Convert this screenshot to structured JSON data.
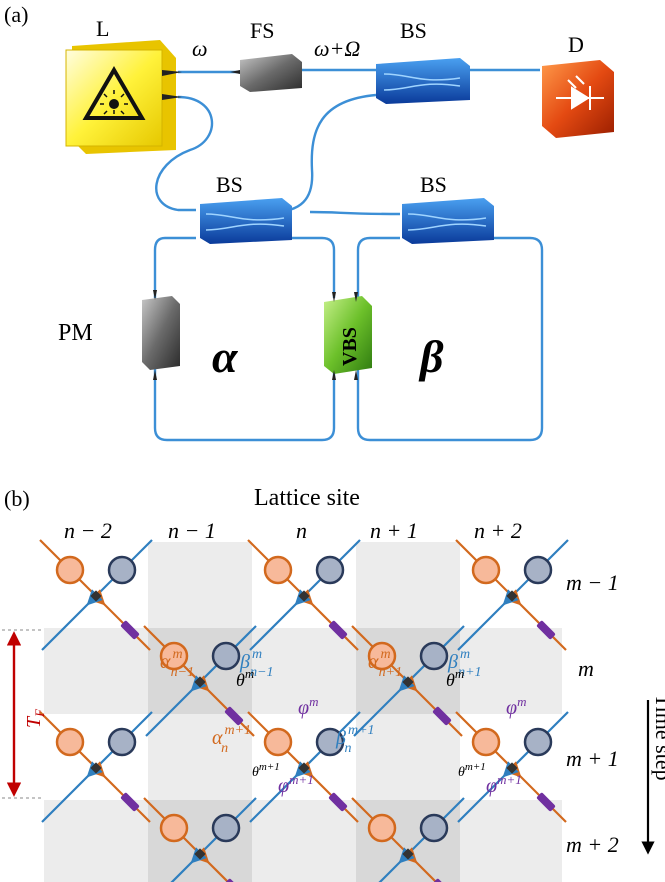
{
  "panel_a": {
    "label": "(a)",
    "components": {
      "laser": "L",
      "frequency_shifter": "FS",
      "detector": "D",
      "beam_splitter": "BS",
      "phase_modulator": "PM",
      "variable_beam_splitter": "VBS"
    },
    "freq_in": "ω",
    "freq_out": "ω+Ω",
    "loop_alpha": "α",
    "loop_beta": "β"
  },
  "panel_b": {
    "label": "(b)",
    "x_title": "Lattice site",
    "y_title": "Time step",
    "columns": [
      "n − 2",
      "n − 1",
      "n",
      "n + 1",
      "n + 2"
    ],
    "rows": [
      "m − 1",
      "m",
      "m + 1",
      "m + 2"
    ],
    "period_label": "T",
    "period_sub": "F",
    "annotations": {
      "alpha_m_nm1": {
        "base": "α",
        "sup": "m",
        "sub": "n−1"
      },
      "beta_m_nm1": {
        "base": "β",
        "sup": "m",
        "sub": "n−1"
      },
      "alpha_m_np1": {
        "base": "α",
        "sup": "m",
        "sub": "n+1"
      },
      "beta_m_np1": {
        "base": "β",
        "sup": "m",
        "sub": "n+1"
      },
      "alpha_mp1_n": {
        "base": "α",
        "sup": "m+1",
        "sub": "n"
      },
      "beta_mp1_n": {
        "base": "β",
        "sup": "m+1",
        "sub": "n"
      },
      "theta_m": {
        "base": "θ",
        "sup": "m"
      },
      "phi_m": {
        "base": "φ",
        "sup": "m"
      },
      "theta_mp1": {
        "base": "θ",
        "sup": "m+1"
      },
      "phi_mp1": {
        "base": "φ",
        "sup": "m+1"
      }
    },
    "colors": {
      "alpha": "#d2691e",
      "beta": "#2f7fbf",
      "phase": "#7030a0",
      "node_alpha_fill": "#f7b99a",
      "node_beta_fill": "#a7b2c6",
      "shade_light": "#ececec",
      "shade_dark": "#d8d8d8",
      "period_arrow": "#c00000"
    }
  }
}
